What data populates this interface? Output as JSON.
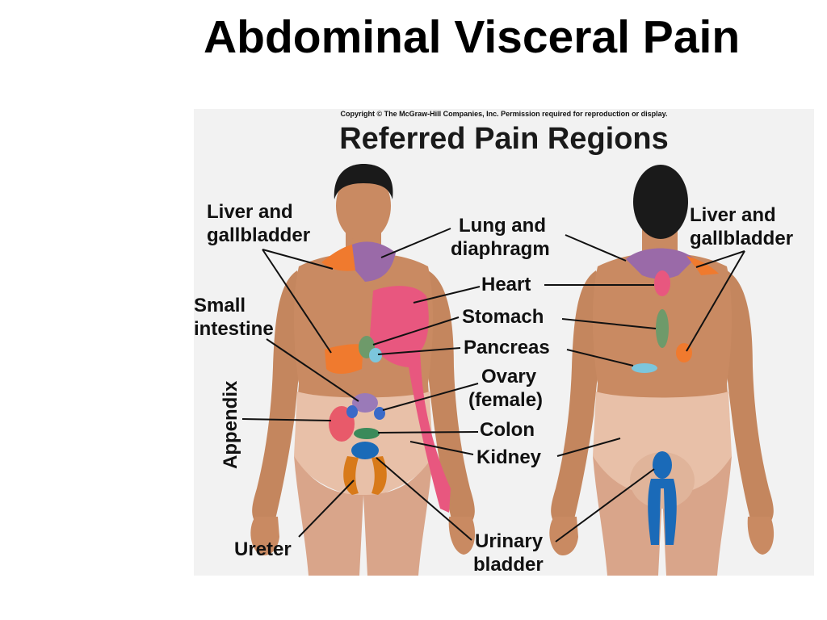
{
  "slide": {
    "title": "Abdominal Visceral Pain"
  },
  "figure": {
    "copyright": "Copyright © The McGraw-Hill Companies, Inc. Permission required for reproduction or display.",
    "title": "Referred Pain Regions",
    "labels": {
      "liver_left_1": "Liver and",
      "liver_left_2": "gallbladder",
      "lung_1": "Lung and",
      "lung_2": "diaphragm",
      "liver_right_1": "Liver and",
      "liver_right_2": "gallbladder",
      "heart": "Heart",
      "small_intestine_1": "Small",
      "small_intestine_2": "intestine",
      "stomach": "Stomach",
      "pancreas": "Pancreas",
      "appendix": "Appendix",
      "ovary_1": "Ovary",
      "ovary_2": "(female)",
      "colon": "Colon",
      "kidney": "Kidney",
      "ureter": "Ureter",
      "bladder_1": "Urinary",
      "bladder_2": "bladder"
    },
    "colors": {
      "skin": "#c98a62",
      "skin_dark": "#a9694a",
      "hair": "#1a1a1a",
      "liver_gallbladder": "#f07a2e",
      "lung_diaphragm": "#9a6aa8",
      "heart": "#e8577f",
      "stomach": "#6e9a6a",
      "pancreas": "#7cc6dc",
      "intestine": "#9a7ab8",
      "appendix": "#e85a6a",
      "ovary": "#3a6ac8",
      "colon": "#3a8a5a",
      "kidney": "#f0c8b0",
      "bladder": "#1a6ab8",
      "ureter": "#d87a1a"
    }
  }
}
